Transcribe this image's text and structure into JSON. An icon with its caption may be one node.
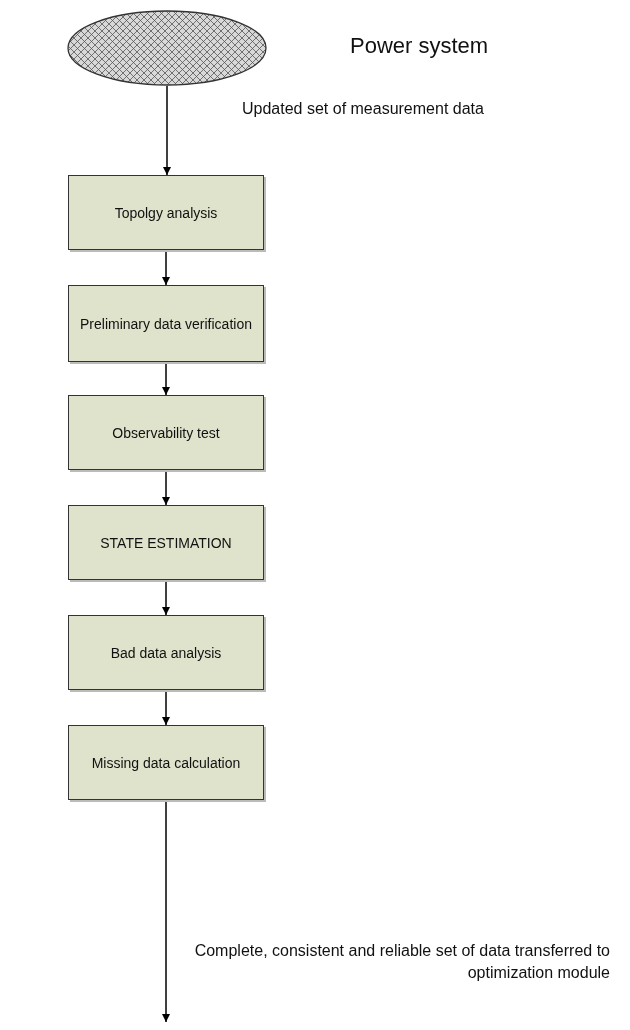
{
  "diagram": {
    "nodes": [
      {
        "text": [],
        "shape": "ellipse",
        "beside": [
          "Power system"
        ]
      },
      {
        "text": [
          "Topolgy analysis"
        ]
      },
      {
        "text": [
          "Preliminary data verification"
        ]
      },
      {
        "text": [
          "Observability test"
        ]
      },
      {
        "text": [
          "STATE ESTIMATION"
        ]
      },
      {
        "text": [
          "Bad data analysis"
        ]
      },
      {
        "text": [
          "Missing data calculation"
        ]
      }
    ],
    "edges": [
      {
        "from": 0,
        "to": 1,
        "arrow": "to",
        "label": "Updated set of measurement data"
      },
      {
        "from": 1,
        "to": 2,
        "arrow": "to"
      },
      {
        "from": 2,
        "to": 3,
        "arrow": "to"
      },
      {
        "from": 3,
        "to": 4,
        "arrow": "to"
      },
      {
        "from": 4,
        "to": 5,
        "arrow": "to"
      },
      {
        "from": 5,
        "to": 6,
        "arrow": "to"
      },
      {
        "from": 6,
        "to": null,
        "arrow": "to",
        "label": "Complete, consistent and reliable set of data transferred to optimization module"
      }
    ]
  }
}
